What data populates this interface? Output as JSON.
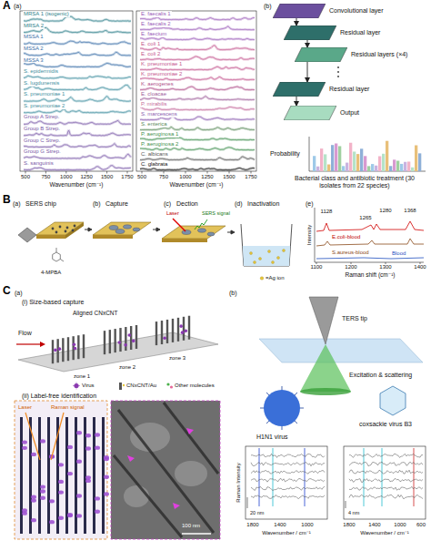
{
  "diagram": {
    "nodes": [
      {
        "text": [
          "Convolutional layer"
        ]
      },
      {
        "text": [
          "Residual layer"
        ]
      },
      {
        "text": [
          "Residual layers (×4)"
        ]
      },
      {
        "text": [
          "Residual layer"
        ]
      },
      {
        "text": [
          "Output"
        ]
      }
    ],
    "edges": [
      {
        "from": 0,
        "to": 1,
        "arrow": "to"
      },
      {
        "from": 1,
        "to": 2,
        "arrow": "to"
      },
      {
        "from": 2,
        "to": 3,
        "arrow": "to"
      },
      {
        "from": 3,
        "to": 4,
        "arrow": "to"
      }
    ],
    "labels": [
      "A",
      "(a)",
      "MRSA 1 (isogenic)",
      "MRSA 2",
      "MSSA 1",
      "MSSA 2",
      "MSSA 3",
      "S. epidermidis",
      "S. lugdunensis",
      "S. pneumoniae 1",
      "S. pneumoniae 2",
      "Group A Strep.",
      "Group B Strep.",
      "Group C Strep.",
      "Group G Strep.",
      "S. sanguinis",
      "500",
      "750",
      "1000",
      "1250",
      "1500",
      "1750",
      "Wavenumber (cm⁻¹)",
      "E. faecalis 1",
      "E. faecalis 2",
      "E. faecium",
      "E. coli 1",
      "E. coli 2",
      "K. pneumoniae 1",
      "K. pneumoniae 2",
      "K. aerogenes",
      "E. cloacae",
      "P. mirabilis",
      "S. marcescens",
      "S. enterica",
      "P. aeruginosa 1",
      "P. aeruginosa 2",
      "C. albicans",
      "C. glabrata",
      "500",
      "750",
      "1000",
      "1250",
      "1500",
      "1750",
      "Wavenumber (cm⁻¹)",
      "(b)",
      "Probability",
      "Bacterial class and antibiotic treatment (30 isolates from 22 species)",
      "B",
      "(a)",
      "SERS chip",
      "4-MPBA",
      "(b)",
      "Capture",
      "(c)",
      "Dection",
      "Laser",
      "SERS signal",
      "(d)",
      "Inactivation",
      "=Ag ion",
      "(e)",
      "1128",
      "1265",
      "1280",
      "1368",
      "E.coli-blood",
      "S.aureus-blood",
      "Blood",
      "1100",
      "1200",
      "1300",
      "1400",
      "Raman shift (cm⁻¹)",
      "Intensity",
      "C",
      "(a)",
      "(i) Size-based capture",
      "Flow",
      "Aligned CNxCNT",
      "zone 1",
      "zone 2",
      "zone 3",
      "(ii) Label-free identification",
      "Laser",
      "Raman signal",
      "100 nm",
      "(b)",
      "TERS tip",
      "Excitation & scattering",
      "H1N1 virus",
      "coxsackie virus B3",
      "Raman Intensity",
      "20 nm",
      "1800",
      "1400",
      "1000",
      "Wavenumber / cm⁻¹",
      "4 nm",
      "1800",
      "1400",
      "1000",
      "600",
      "Wavenumber / cm⁻¹"
    ],
    "legend": [
      {
        "text": "Virus"
      },
      {
        "text": "CNxCNT/Au"
      },
      {
        "text": "Other molecules"
      }
    ]
  }
}
